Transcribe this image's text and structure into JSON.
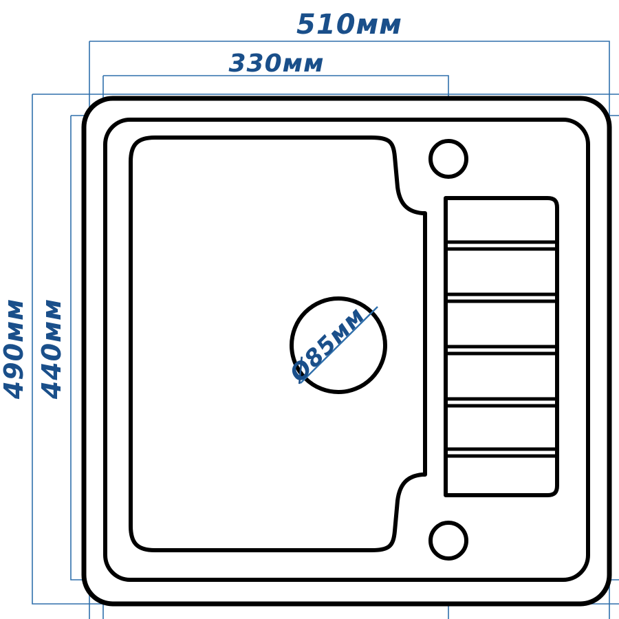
{
  "drawing": {
    "title": "Kitchen sink technical dimension drawing",
    "unit_suffix": "мм",
    "colors": {
      "outline": "#000000",
      "dimension_line": "#2f6fab",
      "dimension_text": "#1a4f8a",
      "background": "#ffffff"
    }
  },
  "dimensions": {
    "overall_width": {
      "label": "510мм",
      "value": 510,
      "orientation": "horizontal",
      "position": "top-outer"
    },
    "bowl_width": {
      "label": "330мм",
      "value": 330,
      "orientation": "horizontal",
      "position": "top-inner"
    },
    "overall_height": {
      "label": "490мм",
      "value": 490,
      "orientation": "vertical",
      "position": "left-outer"
    },
    "bowl_height": {
      "label": "440мм",
      "value": 440,
      "orientation": "vertical",
      "position": "left-inner"
    },
    "drain_diameter": {
      "label": "Ø85мм",
      "value": 85,
      "orientation": "diagonal",
      "position": "bowl-center"
    }
  },
  "features": {
    "sink_outline": "rounded-rectangle",
    "rim_outline": "rounded-rectangle",
    "bowl": "rounded-bowl-with-step",
    "drain_hole": "circle",
    "tap_hole_top": "circle",
    "tap_hole_bottom": "circle",
    "drainboard_ribs": 6
  }
}
